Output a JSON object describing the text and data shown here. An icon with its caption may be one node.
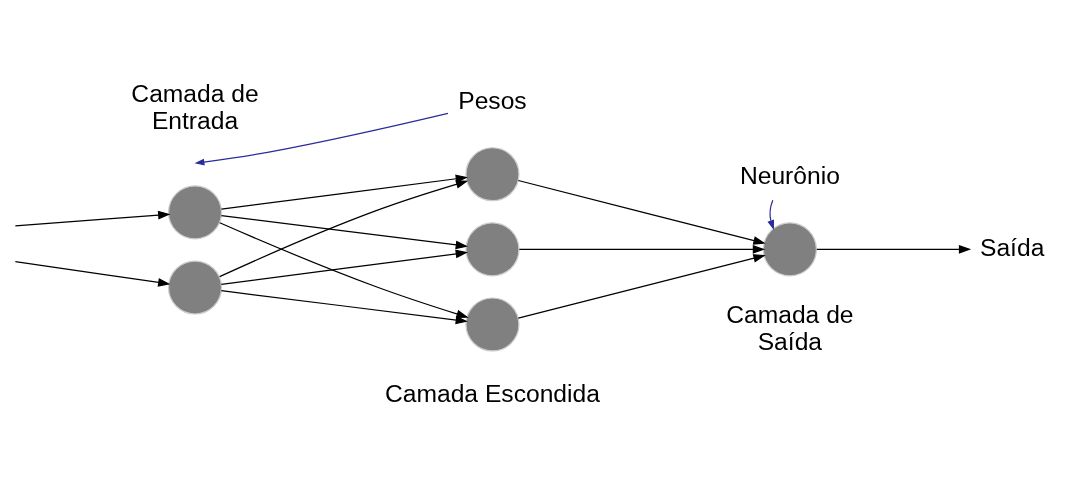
{
  "diagram": {
    "nodes": [
      {
        "text": [
          "Pesos"
        ]
      },
      {
        "text": [],
        "shape": "circle",
        "beside": [
          "Camada de Entrada"
        ]
      },
      {
        "text": [],
        "shape": "circle"
      },
      {
        "text": [],
        "shape": "circle"
      },
      {
        "text": [],
        "shape": "circle"
      },
      {
        "text": [],
        "shape": "circle",
        "beside": [
          "Camada Escondida"
        ]
      },
      {
        "text": [
          "Neurônio"
        ]
      },
      {
        "text": [],
        "shape": "circle",
        "beside": [
          "Camada de Saída"
        ]
      },
      {
        "text": [
          "Saída"
        ]
      }
    ],
    "edges": [
      {
        "from": null,
        "to": 1,
        "arrow": "to"
      },
      {
        "from": null,
        "to": 2,
        "arrow": "to"
      },
      {
        "from": 1,
        "to": 3,
        "arrow": "to"
      },
      {
        "from": 1,
        "to": 4,
        "arrow": "to"
      },
      {
        "from": 1,
        "to": 5,
        "arrow": "to"
      },
      {
        "from": 2,
        "to": 3,
        "arrow": "to"
      },
      {
        "from": 2,
        "to": 4,
        "arrow": "to"
      },
      {
        "from": 2,
        "to": 5,
        "arrow": "to"
      },
      {
        "from": 3,
        "to": 7,
        "arrow": "to"
      },
      {
        "from": 4,
        "to": 7,
        "arrow": "to"
      },
      {
        "from": 5,
        "to": 7,
        "arrow": "to"
      },
      {
        "from": 7,
        "to": 8,
        "arrow": "to"
      },
      {
        "from": 0,
        "to": null,
        "arrow": "to",
        "color": "#2b2b9b"
      },
      {
        "from": 6,
        "to": 7,
        "arrow": "to",
        "color": "#2b2b9b"
      }
    ]
  }
}
